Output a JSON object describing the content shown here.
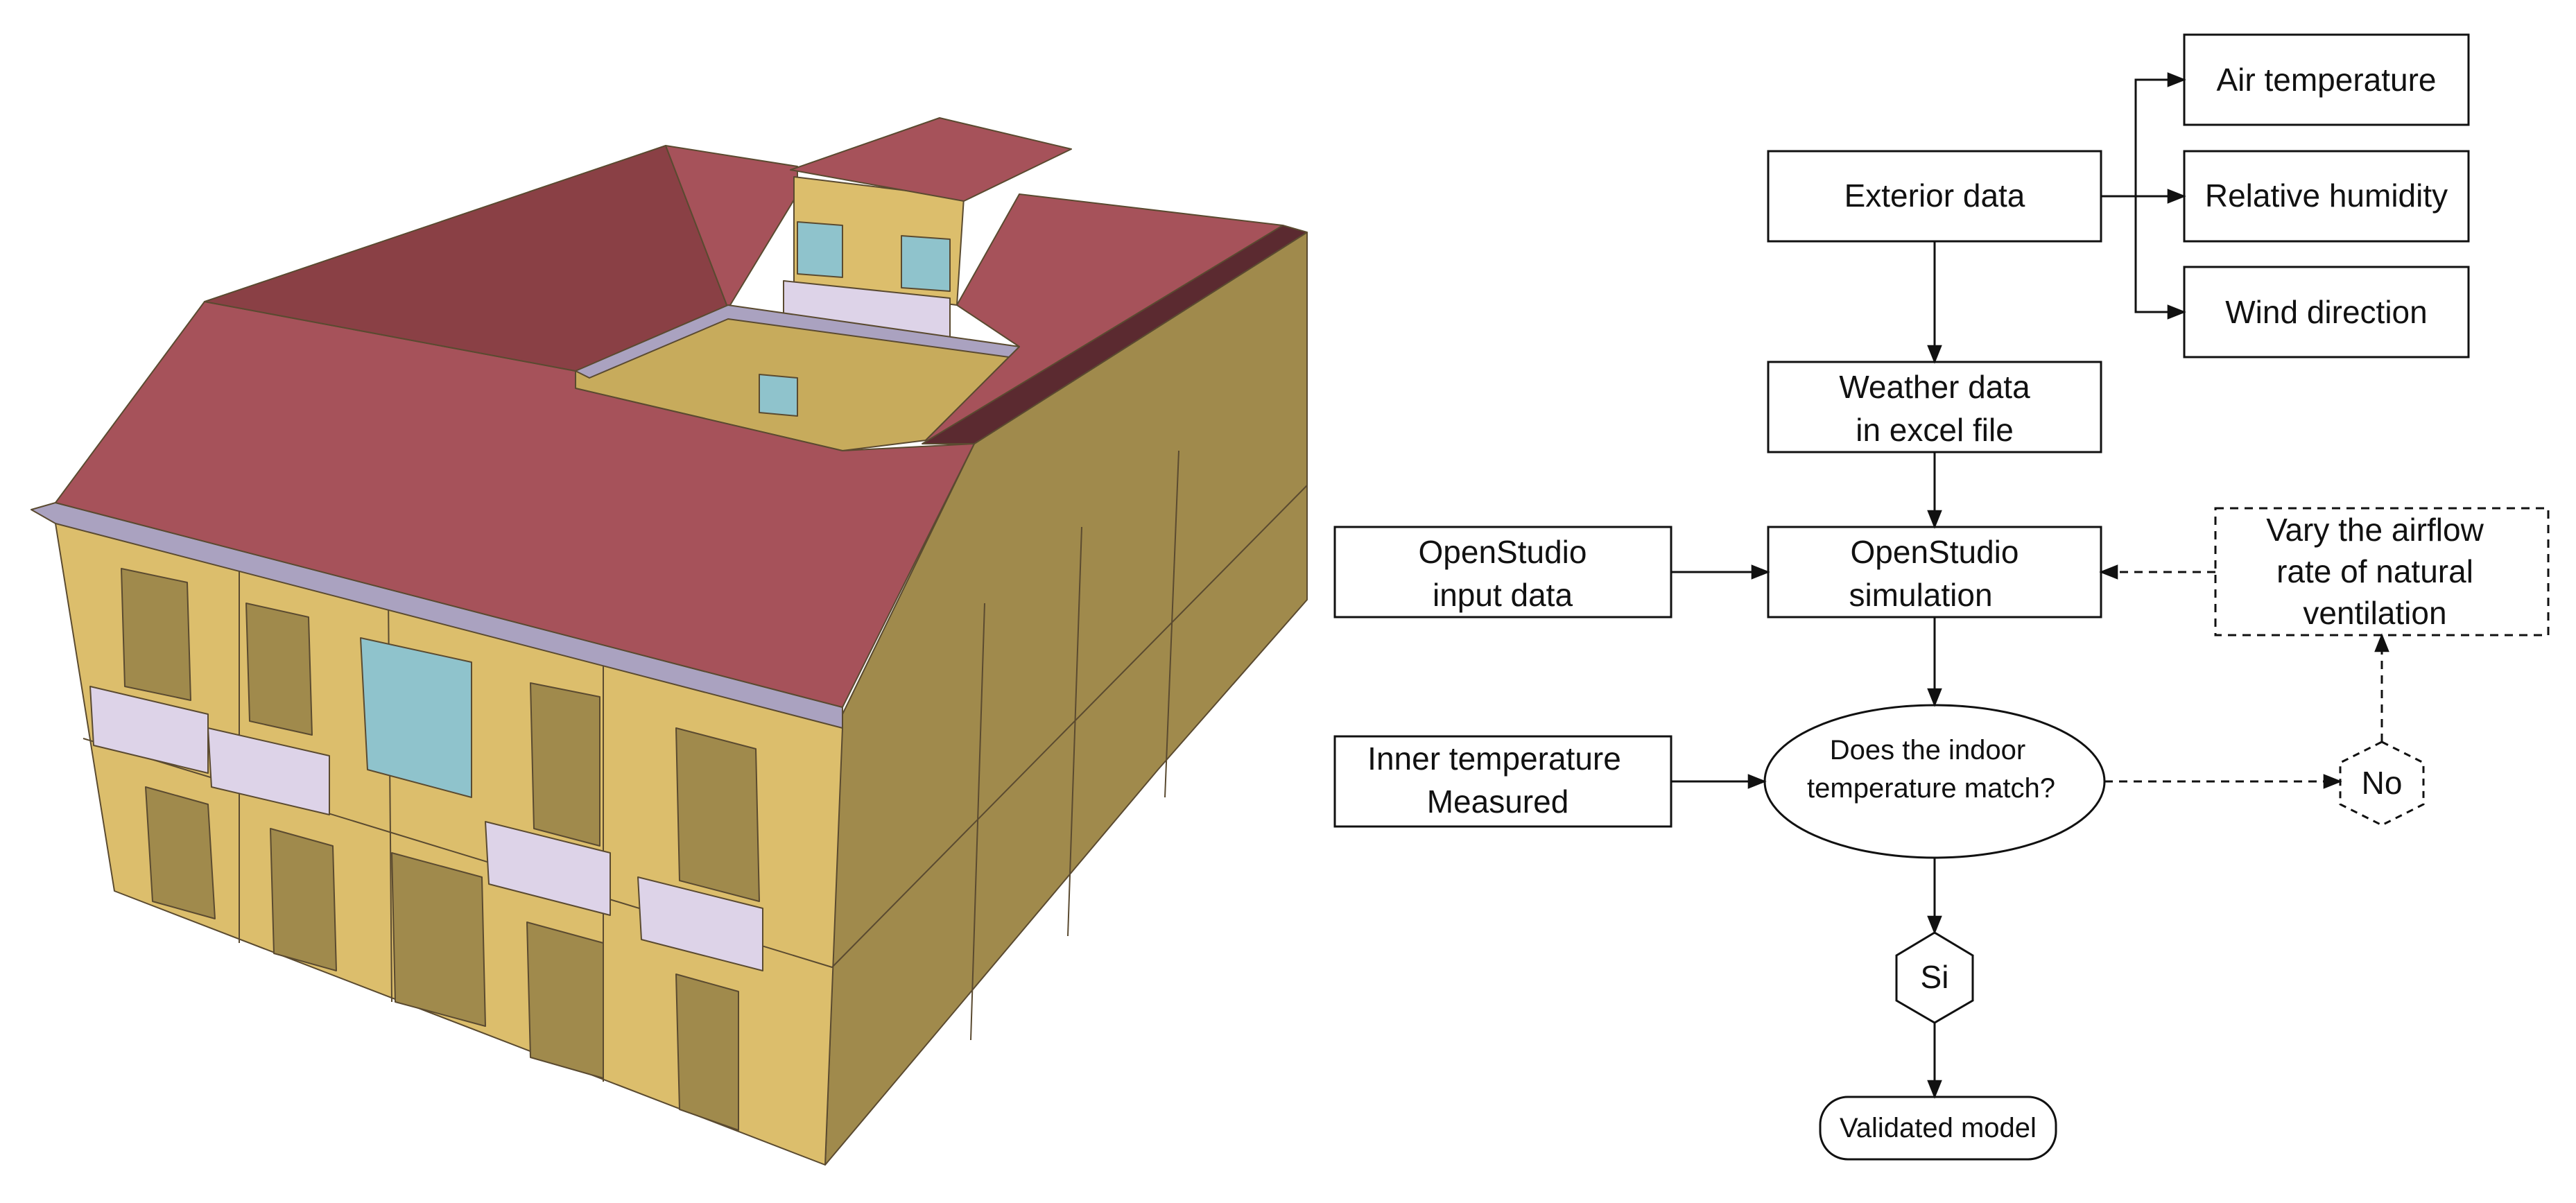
{
  "colors": {
    "wall": "#dcbe6c",
    "wall_shade": "#a08a4c",
    "roof": "#a6525a",
    "roof_dark": "#8a4045",
    "balcony": "#ddd3e8",
    "cornice": "#aaa2c0",
    "glass": "#8fc3cc",
    "line": "#111111"
  },
  "diagram": {
    "exterior_data": "Exterior data",
    "air_temperature": "Air temperature",
    "relative_humidity": "Relative humidity",
    "wind_direction": "Wind direction",
    "weather_data_line1": "Weather data",
    "weather_data_line2": "in excel file",
    "openstudio_input_line1": "OpenStudio",
    "openstudio_input_line2": "input data",
    "openstudio_sim_line1": "OpenStudio",
    "openstudio_sim_line2": "simulation",
    "vary_line1": "Vary the airflow",
    "vary_line2": "rate of natural",
    "vary_line3": "ventilation",
    "inner_temp_line1": "Inner temperature",
    "inner_temp_line2": "Measured",
    "decision_line1": "Does the indoor",
    "decision_line2": "temperature match?",
    "no": "No",
    "si": "Si",
    "validated": "Validated model"
  }
}
